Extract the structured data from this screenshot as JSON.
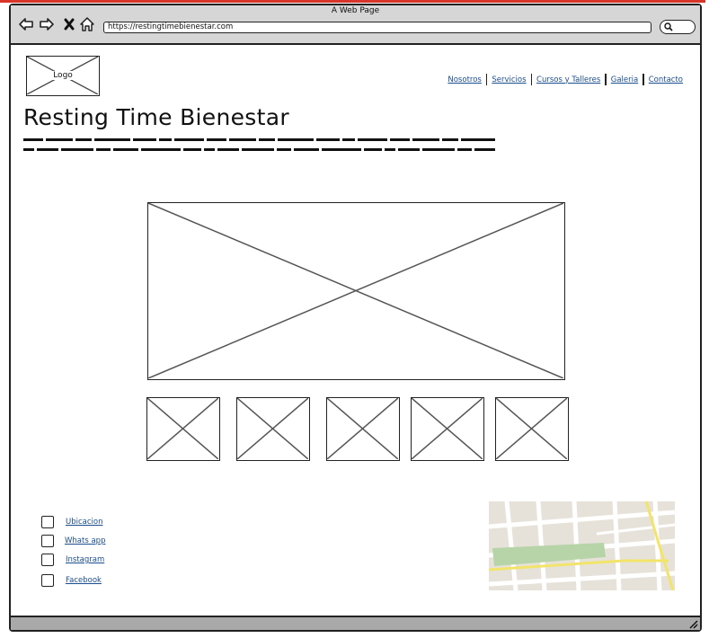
{
  "browser": {
    "window_title": "A Web Page",
    "url": "https://restingtimebienestar.com",
    "nav_icons": [
      "back-arrow-icon",
      "forward-arrow-icon",
      "close-icon",
      "home-icon"
    ],
    "search_icon": "search-icon"
  },
  "header": {
    "logo_label": "Logo",
    "nav_links": [
      "Nosotros",
      "Servicios",
      "Cursos y Talleres",
      "Galeria",
      "Contacto"
    ]
  },
  "main": {
    "title": "Resting Time Bienestar"
  },
  "footer": {
    "links": [
      "Ubicacion",
      "Whats app",
      "Instagram",
      "Facebook"
    ]
  },
  "colors": {
    "accent_strip": "#d9342b",
    "link": "#1a4d8f",
    "chrome": "#d6d6d6",
    "statusbar": "#a9a9a9",
    "map_park": "#b6d4a8",
    "map_road": "#f2e46b"
  }
}
